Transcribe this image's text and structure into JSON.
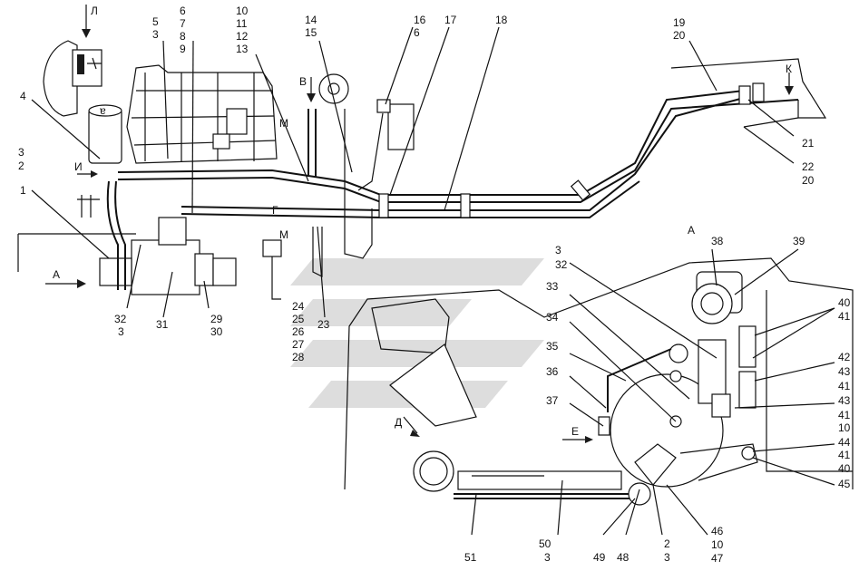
{
  "view_labels": {
    "l": "Л",
    "a": "А",
    "a_detail": "А",
    "v": "В",
    "i": "И",
    "k": "К",
    "m1": "М",
    "m2": "М",
    "g": "Г",
    "d": "Д",
    "e": "Е"
  },
  "callouts": [
    {
      "id": "c-5-3",
      "lines": [
        "5",
        "3"
      ]
    },
    {
      "id": "c-6-9",
      "lines": [
        "6",
        "7",
        "8",
        "9"
      ]
    },
    {
      "id": "c-10-13",
      "lines": [
        "10",
        "11",
        "12",
        "13"
      ]
    },
    {
      "id": "c-14-15",
      "lines": [
        "14",
        "15"
      ]
    },
    {
      "id": "c-16-6",
      "lines": [
        "16",
        "6"
      ]
    },
    {
      "id": "c-17",
      "lines": [
        "17"
      ]
    },
    {
      "id": "c-18",
      "lines": [
        "18"
      ]
    },
    {
      "id": "c-19-20",
      "lines": [
        "19",
        "20"
      ]
    },
    {
      "id": "c-4",
      "lines": [
        "4"
      ]
    },
    {
      "id": "c-3-2",
      "lines": [
        "3",
        "2"
      ]
    },
    {
      "id": "c-1",
      "lines": [
        "1"
      ]
    },
    {
      "id": "c-21",
      "lines": [
        "21"
      ]
    },
    {
      "id": "c-22-20",
      "lines": [
        "22",
        "20"
      ]
    },
    {
      "id": "c-32-3",
      "lines": [
        "32",
        "3"
      ]
    },
    {
      "id": "c-31",
      "lines": [
        "31"
      ]
    },
    {
      "id": "c-29-30",
      "lines": [
        "29",
        "30"
      ]
    },
    {
      "id": "c-24-28",
      "lines": [
        "24",
        "25",
        "26",
        "27",
        "28"
      ]
    },
    {
      "id": "c-23",
      "lines": [
        "23"
      ]
    },
    {
      "id": "c-3-32",
      "lines": [
        "3",
        "32"
      ]
    },
    {
      "id": "c-33",
      "lines": [
        "33"
      ]
    },
    {
      "id": "c-34",
      "lines": [
        "34"
      ]
    },
    {
      "id": "c-35",
      "lines": [
        "35"
      ]
    },
    {
      "id": "c-36",
      "lines": [
        "36"
      ]
    },
    {
      "id": "c-37",
      "lines": [
        "37"
      ]
    },
    {
      "id": "c-38",
      "lines": [
        "38"
      ]
    },
    {
      "id": "c-39",
      "lines": [
        "39"
      ]
    },
    {
      "id": "c-40-41",
      "lines": [
        "40",
        "41"
      ]
    },
    {
      "id": "c-42-41",
      "lines": [
        "42",
        "43",
        "41"
      ]
    },
    {
      "id": "c-43-10",
      "lines": [
        "43",
        "41",
        "10"
      ]
    },
    {
      "id": "c-44-40",
      "lines": [
        "44",
        "41",
        "40"
      ]
    },
    {
      "id": "c-45",
      "lines": [
        "45"
      ]
    },
    {
      "id": "c-46-47",
      "lines": [
        "46",
        "10",
        "47"
      ]
    },
    {
      "id": "c-2-3",
      "lines": [
        "2",
        "3"
      ]
    },
    {
      "id": "c-48",
      "lines": [
        "48"
      ]
    },
    {
      "id": "c-49",
      "lines": [
        "49"
      ]
    },
    {
      "id": "c-50-3",
      "lines": [
        "50",
        "3"
      ]
    },
    {
      "id": "c-51",
      "lines": [
        "51"
      ]
    }
  ]
}
